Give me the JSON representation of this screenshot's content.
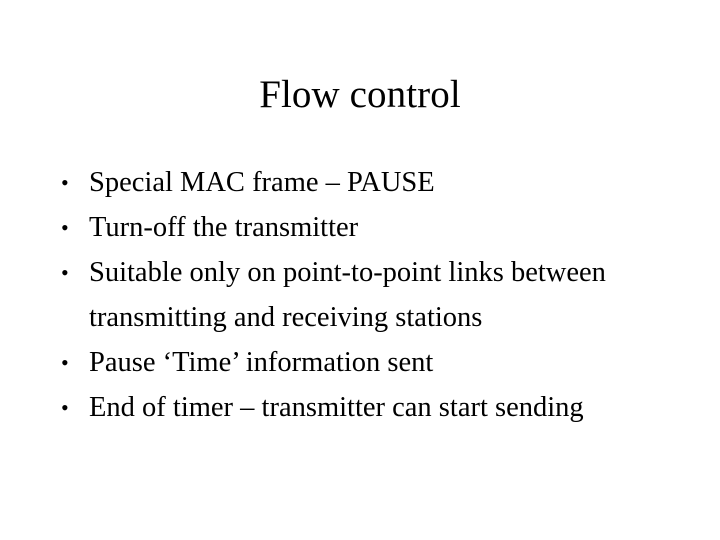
{
  "slide": {
    "title": "Flow control",
    "background_color": "#ffffff",
    "text_color": "#000000",
    "bullet_glyph": "•",
    "bullets": [
      {
        "text": "Special MAC frame – PAUSE"
      },
      {
        "text": "Turn-off the transmitter"
      },
      {
        "text": "Suitable only on point-to-point links between transmitting and receiving stations"
      },
      {
        "text": "Pause ‘Time’ information sent"
      },
      {
        "text": "End of timer – transmitter can start sending"
      }
    ]
  }
}
